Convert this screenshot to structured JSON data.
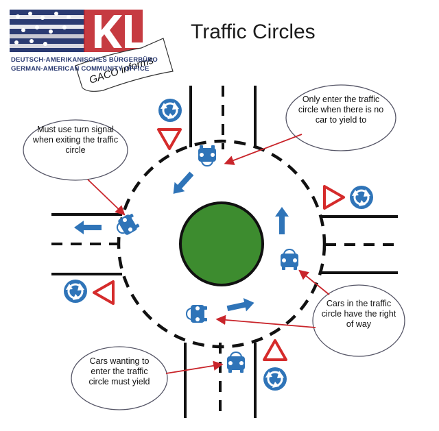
{
  "title": "Traffic Circles",
  "logo": {
    "text": "KL",
    "org_line1": "DEUTSCH-AMERIKANISCHES BÜRGERBÜRO",
    "org_line2": "GERMAN-AMERICAN COMMUNITY OFFICE",
    "banner": "GACO informs"
  },
  "callouts": {
    "turn_signal": "Must use turn signal when exiting the traffic circle",
    "enter_when_clear": "Only enter the traffic circle when there is no car to yield to",
    "right_of_way": "Cars in the traffic circle have the right of way",
    "must_yield": "Cars wanting to enter the traffic circle must yield"
  },
  "colors": {
    "island": "#3d8c2f",
    "car": "#2f74b8",
    "sign_red": "#d52b2b",
    "arrow": "#2f74b8",
    "pointer": "#c9252b",
    "road_line": "#111111",
    "flag_blue": "#2b3b72",
    "flag_red": "#c0262c"
  },
  "icons": [
    "roundabout-sign-icon",
    "yield-sign-icon",
    "car-icon",
    "direction-arrow-icon",
    "flag-icon"
  ]
}
